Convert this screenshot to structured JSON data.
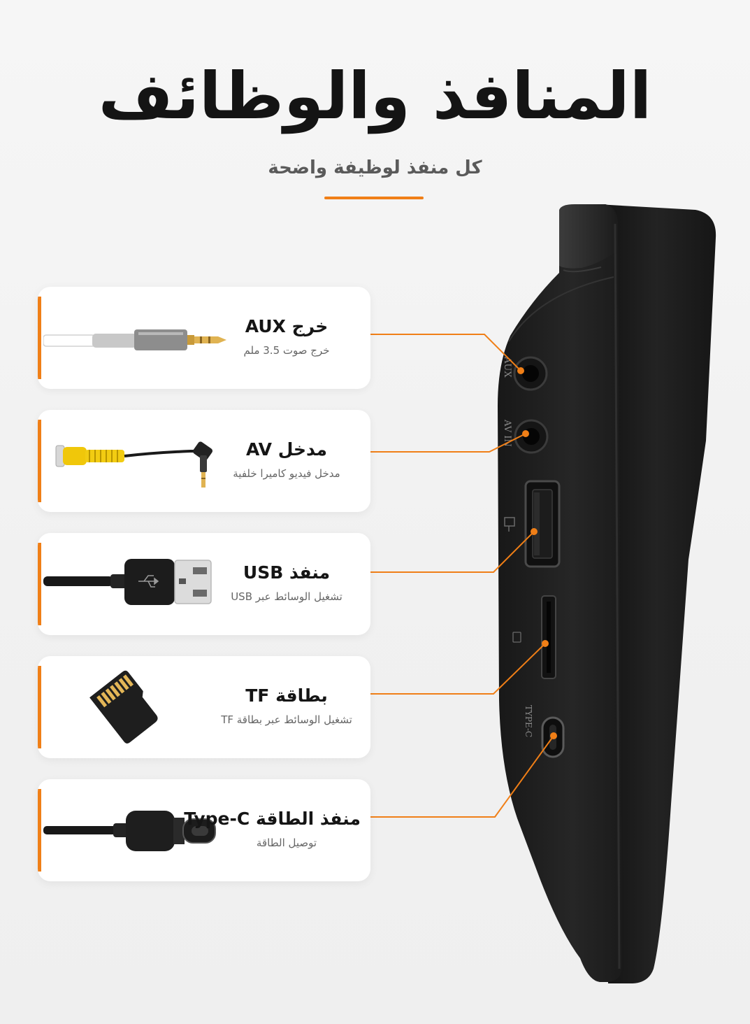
{
  "header": {
    "title": "المنافذ والوظائف",
    "subtitle": "كل منفذ لوظيفة واضحة"
  },
  "accent_color": "#f07f17",
  "device_labels": {
    "aux": "AUX",
    "av_in": "AV IN",
    "type_c": "TYPE-C"
  },
  "ports": [
    {
      "icon": "aux-cable-icon",
      "title": "خرج AUX",
      "description": "خرج صوت 3.5 ملم"
    },
    {
      "icon": "av-cable-icon",
      "title": "مدخل AV",
      "description": "مدخل فيديو كاميرا خلفية"
    },
    {
      "icon": "usb-cable-icon",
      "title": "منفذ USB",
      "description": "تشغيل الوسائط عبر USB"
    },
    {
      "icon": "tf-card-icon",
      "title": "بطاقة TF",
      "description": "تشغيل الوسائط عبر بطاقة TF"
    },
    {
      "icon": "type-c-cable-icon",
      "title": "منفذ الطاقة Type-C",
      "description": "توصيل الطاقة"
    }
  ]
}
